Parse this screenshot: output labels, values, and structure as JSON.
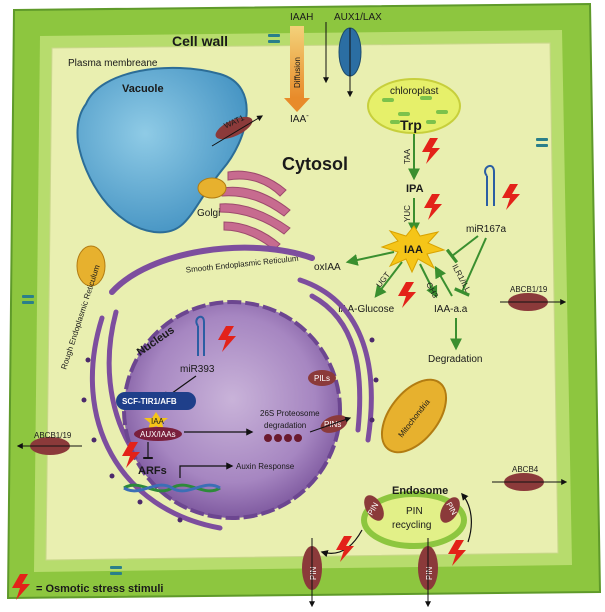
{
  "labels": {
    "iaah": "IAAH",
    "aux1_lax": "AUX1/LAX",
    "cell_wall": "Cell wall",
    "diffusion": "Diffusion",
    "plasma_membrane": "Plasma membreane",
    "vacuole": "Vacuole",
    "iaa_minus": "IAA",
    "iaa_minus_sup": "-",
    "chloroplast": "chloroplast",
    "trp": "Trp",
    "wat1": "WAT1",
    "cytosol": "Cytosol",
    "taa": "TAA",
    "ipa": "IPA",
    "golgi": "Golgi",
    "yuc": "YUC",
    "mir167a": "miR167a",
    "iaa_center": "IAA",
    "smooth_er": "Smooth Endoplasmic Reticulum",
    "rough_er": "Rough Endoplasmic Reticulum",
    "oxiaa": "oxIAA",
    "ugt": "UGT",
    "gh3": "GH3",
    "ilr1": "ILR1/ILL",
    "iaa_glucose": "IAA-Glucose",
    "iaa_aa": "IAA-a.a",
    "abcb1_19_right": "ABCB1/19",
    "nucleus": "Nucleus",
    "mir393": "miR393",
    "degradation": "Degradation",
    "pils": "PILs",
    "scf": "SCF-TIR1/AFB",
    "iaa_small": "IAA",
    "aux_iaas": "AUX/IAAs",
    "proteasome": "26S Proteosome",
    "proteasome_deg": "degradation",
    "pins_nuc": "PINs",
    "abcb1_19_left": "ABCB1/19",
    "mitochondria": "Mitochondria",
    "arfs": "ARFs",
    "auxin_response": "Auxin Response",
    "abcb4": "ABCB4",
    "endosome": "Endosome",
    "pin_recycling_1": "PIN",
    "pin_recycling_2": "recycling",
    "pin_endo": "PIN",
    "pin_endo2": "PIN",
    "pin_bottom_left": "PIN",
    "pin_bottom_right": "PIN",
    "legend": "= Osmotic stress stimuli"
  },
  "colors": {
    "cell_wall": "#8dc63f",
    "cytosol": "#e9efb0",
    "vacuole": "#5aa7d1",
    "nucleus": "#8a68ad",
    "er": "#7d4e9e",
    "golgi": "#c76b8f",
    "iaa_star": "#f5c518",
    "stress": "#e32219",
    "mito": "#e7b12e"
  }
}
